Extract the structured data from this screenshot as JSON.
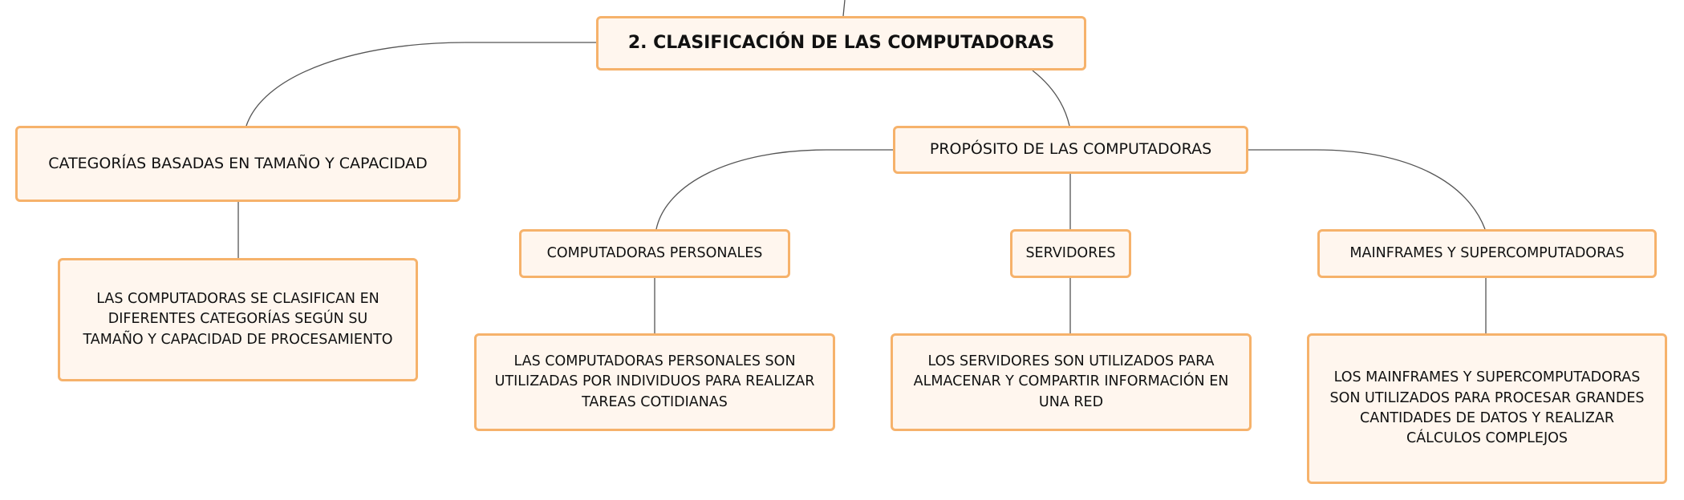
{
  "diagram": {
    "root": {
      "label": "2. CLASIFICACIÓN DE LAS COMPUTADORAS"
    },
    "size_branch": {
      "label": "CATEGORÍAS BASADAS EN TAMAÑO Y CAPACIDAD",
      "description": "LAS COMPUTADORAS SE CLASIFICAN EN DIFERENTES CATEGORÍAS SEGÚN SU TAMAÑO Y CAPACIDAD DE PROCESAMIENTO"
    },
    "purpose_branch": {
      "label": "PROPÓSITO DE LAS COMPUTADORAS",
      "children": [
        {
          "label": "COMPUTADORAS PERSONALES",
          "description": "LAS COMPUTADORAS PERSONALES SON UTILIZADAS POR INDIVIDUOS PARA REALIZAR TAREAS COTIDIANAS"
        },
        {
          "label": "SERVIDORES",
          "description": "LOS SERVIDORES SON UTILIZADOS PARA ALMACENAR Y COMPARTIR INFORMACIÓN EN UNA RED"
        },
        {
          "label": "MAINFRAMES Y SUPERCOMPUTADORAS",
          "description": "LOS MAINFRAMES Y SUPERCOMPUTADORAS SON UTILIZADOS PARA PROCESAR GRANDES CANTIDADES DE DATOS Y REALIZAR CÁLCULOS COMPLEJOS"
        }
      ]
    }
  },
  "colors": {
    "node_fill": "#fff6ee",
    "node_border": "#f6b26b",
    "connector": "#555555"
  }
}
